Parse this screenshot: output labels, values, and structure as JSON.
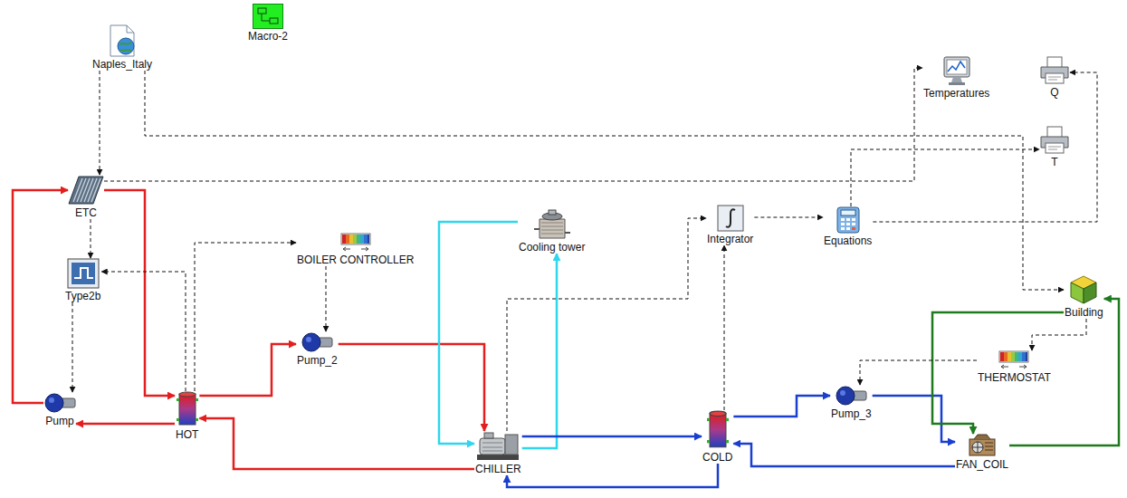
{
  "diagram": {
    "nodes": [
      {
        "text": [
          "Macro-2"
        ]
      },
      {
        "text": [
          "Naples_Italy"
        ]
      },
      {
        "text": [
          "Temperatures"
        ]
      },
      {
        "text": [
          "Q"
        ]
      },
      {
        "text": [
          "T"
        ]
      },
      {
        "text": [
          "ETC"
        ]
      },
      {
        "text": [
          "Cooling tower"
        ]
      },
      {
        "text": [
          "Integrator"
        ]
      },
      {
        "text": [
          "Equations"
        ]
      },
      {
        "text": [
          "BOILER CONTROLLER"
        ]
      },
      {
        "text": [
          "Type2b"
        ]
      },
      {
        "text": [
          "Building"
        ]
      },
      {
        "text": [
          "Pump_2"
        ]
      },
      {
        "text": [
          "THERMOSTAT"
        ]
      },
      {
        "text": [
          "Pump"
        ]
      },
      {
        "text": [
          "Pump_3"
        ]
      },
      {
        "text": [
          "HOT"
        ]
      },
      {
        "text": [
          "COLD"
        ]
      },
      {
        "text": [
          "CHILLER"
        ]
      },
      {
        "text": [
          "FAN_COIL"
        ]
      }
    ],
    "edges": [
      {
        "from": 5,
        "to": 16,
        "arrow": "to"
      },
      {
        "from": 16,
        "to": 14,
        "arrow": "to"
      },
      {
        "from": 14,
        "to": 5,
        "arrow": "to"
      },
      {
        "from": 16,
        "to": 12,
        "arrow": "to"
      },
      {
        "from": 12,
        "to": 18,
        "arrow": "to"
      },
      {
        "from": 18,
        "to": 16,
        "arrow": "to"
      },
      {
        "from": 6,
        "to": 18,
        "arrow": "to"
      },
      {
        "from": 18,
        "to": 6,
        "arrow": "to"
      },
      {
        "from": 18,
        "to": 17,
        "arrow": "to"
      },
      {
        "from": 17,
        "to": 15,
        "arrow": "to"
      },
      {
        "from": 15,
        "to": 19,
        "arrow": "to"
      },
      {
        "from": 19,
        "to": 17,
        "arrow": "to"
      },
      {
        "from": 17,
        "to": 18,
        "arrow": "to"
      },
      {
        "from": 11,
        "to": 19,
        "arrow": "to"
      },
      {
        "from": 19,
        "to": 11,
        "arrow": "to"
      },
      {
        "from": 1,
        "to": 5,
        "arrow": "to"
      },
      {
        "from": 5,
        "to": 10,
        "arrow": "to"
      },
      {
        "from": 10,
        "to": 14,
        "arrow": "to"
      },
      {
        "from": 16,
        "to": 10,
        "arrow": "to"
      },
      {
        "from": 16,
        "to": 9,
        "arrow": "to"
      },
      {
        "from": 9,
        "to": 12,
        "arrow": "to"
      },
      {
        "from": 1,
        "to": 11,
        "arrow": "to"
      },
      {
        "from": 7,
        "to": 8,
        "arrow": "to"
      },
      {
        "from": 8,
        "to": 3,
        "arrow": "to"
      },
      {
        "from": 8,
        "to": 4,
        "arrow": "to"
      },
      {
        "from": 17,
        "to": 7,
        "arrow": "to"
      },
      {
        "from": 18,
        "to": 7,
        "arrow": "to"
      },
      {
        "from": 5,
        "to": 2,
        "arrow": "to"
      },
      {
        "from": 13,
        "to": 15,
        "arrow": "to"
      },
      {
        "from": 11,
        "to": 13,
        "arrow": "to"
      }
    ]
  }
}
